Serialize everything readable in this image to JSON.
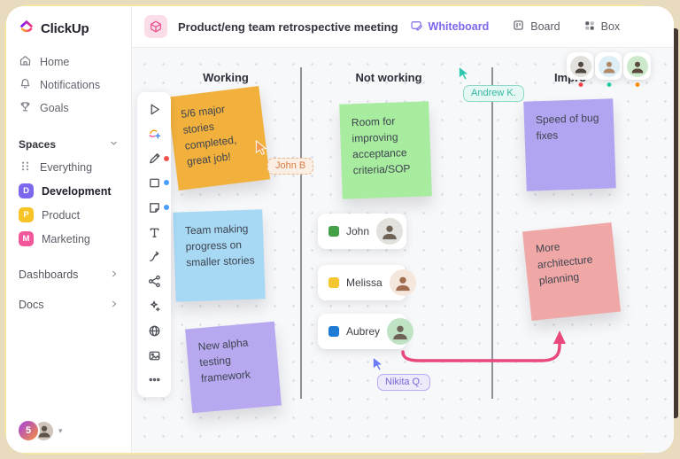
{
  "chrome": {
    "frame_color": "#FFE02E",
    "backdrop_color": "#E9DCBE"
  },
  "sidebar": {
    "logo": {
      "text": "ClickUp"
    },
    "nav": [
      {
        "label": "Home",
        "icon": "home-icon"
      },
      {
        "label": "Notifications",
        "icon": "bell-icon"
      },
      {
        "label": "Goals",
        "icon": "trophy-icon"
      }
    ],
    "spaces": {
      "header": "Spaces",
      "items": [
        {
          "label": "Everything",
          "icon": "grid-icon"
        },
        {
          "label": "Development",
          "badge": "D",
          "badge_color": "#7B68EE"
        },
        {
          "label": "Product",
          "badge": "P",
          "badge_color": "#F7C325"
        },
        {
          "label": "Marketing",
          "badge": "M",
          "badge_color": "#F2569B"
        }
      ]
    },
    "sections": [
      {
        "label": "Dashboards"
      },
      {
        "label": "Docs"
      }
    ],
    "user": {
      "badge_count": "5"
    }
  },
  "header": {
    "doc_icon_color": "#E9518D",
    "title": "Product/eng team retrospective meeting",
    "tabs": [
      {
        "label": "Whiteboard",
        "active": true,
        "color": "#7B68EE"
      },
      {
        "label": "Board",
        "active": false
      },
      {
        "label": "Box",
        "active": false
      }
    ]
  },
  "whiteboard": {
    "columns": [
      {
        "label": "Working"
      },
      {
        "label": "Not working"
      },
      {
        "label": "Impro"
      }
    ],
    "toolbar": {
      "tools": [
        {
          "name": "select-tool"
        },
        {
          "name": "ai-tool"
        },
        {
          "name": "pen-tool",
          "badge": "#EF5350"
        },
        {
          "name": "shape-tool",
          "badge": "#4A9DF8"
        },
        {
          "name": "sticky-note-tool",
          "badge": "#4A9DF8"
        },
        {
          "name": "text-tool"
        },
        {
          "name": "connector-tool"
        },
        {
          "name": "mind-map-tool"
        },
        {
          "name": "magic-tool"
        },
        {
          "name": "embed-tool"
        },
        {
          "name": "image-tool"
        },
        {
          "name": "more-tools"
        }
      ]
    },
    "notes": [
      {
        "text": "5/6 major stories completed, great job!",
        "color": "#F2B13D"
      },
      {
        "text": "Team making progress on smaller stories",
        "color": "#A7D9F4"
      },
      {
        "text": "New alpha testing framework",
        "color": "#B7A8F0"
      },
      {
        "text": "Room for improving acceptance criteria/SOP",
        "color": "#A8EC9F"
      },
      {
        "text": "Speed of bug fixes",
        "color": "#B1A4F0"
      },
      {
        "text": "More architecture planning",
        "color": "#F0A8A6"
      }
    ],
    "members": [
      {
        "name": "John",
        "swatch": "#43A047",
        "avatar_bg": "#E3E1DE"
      },
      {
        "name": "Melissa",
        "swatch": "#F5C630",
        "avatar_bg": "#F6E7DC"
      },
      {
        "name": "Aubrey",
        "swatch": "#1E7CD6",
        "avatar_bg": "#BFE3C4"
      }
    ],
    "cursors": [
      {
        "label": "John B",
        "color": "#F2994A",
        "chip_bg": "#FBEFE3",
        "chip_border": "#EBB48A",
        "chip_text": "#DB7C45"
      },
      {
        "label": "Andrew K.",
        "color": "#2FC7AE",
        "chip_bg": "#E5F8F4",
        "chip_border": "#8FD9CB",
        "chip_text": "#35B8A4"
      },
      {
        "label": "Nikita Q.",
        "color": "#6C7CF5",
        "chip_bg": "#EDEAFB",
        "chip_border": "#B7ABF2",
        "chip_text": "#7668D6"
      }
    ],
    "presence": [
      {
        "dot_color": "#EF4444",
        "avatar_bg": "#E3E1DE"
      },
      {
        "dot_color": "#2DC8A8",
        "avatar_bg": "#DDEEF7"
      },
      {
        "dot_color": "#F79009",
        "avatar_bg": "#CDE9CB"
      }
    ],
    "arrow_color": "#E8487C"
  }
}
